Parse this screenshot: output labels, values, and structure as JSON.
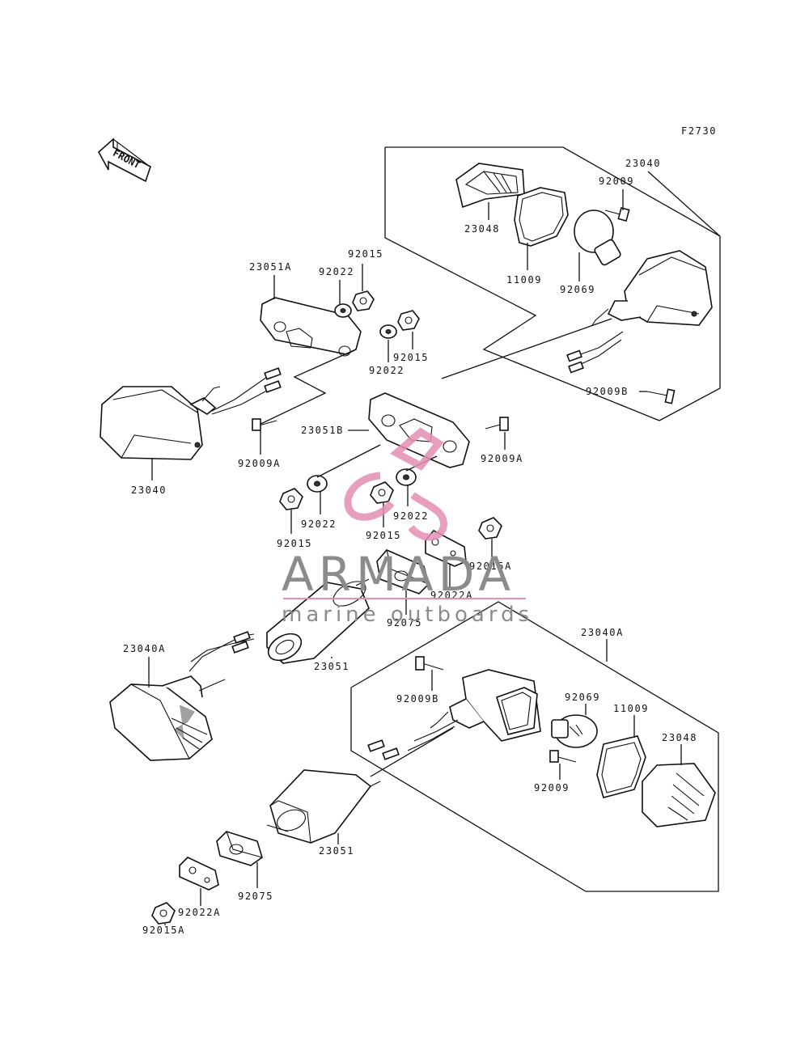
{
  "figure_code": "F2730",
  "front_arrow_label": "FRONT",
  "colors": {
    "line": "#111111",
    "watermark_text": "#8c8c8c",
    "watermark_logo": "#e58fb3"
  },
  "watermark": {
    "brand": "ARMADA",
    "tagline": "marine outboards"
  },
  "labels": {
    "p23040_top": "23040",
    "p92009_top": "92009",
    "p23048_top": "23048",
    "p11009_top": "11009",
    "p92069_top": "92069",
    "p92009B_top": "92009B",
    "p23051A": "23051A",
    "p92022_a": "92022",
    "p92015_a": "92015",
    "p92015_b": "92015",
    "p92022_b": "92022",
    "p23040_left": "23040",
    "p92009A_left": "92009A",
    "p23051B": "23051B",
    "p92009A_right": "92009A",
    "p92022_c": "92022",
    "p92022_d": "92022",
    "p92015_c": "92015",
    "p92015_d": "92015",
    "p92015A_mid": "92015A",
    "p92022A_mid": "92022A",
    "p92075_mid": "92075",
    "p23040A_left": "23040A",
    "p23051_mid": "23051",
    "p23040A_right": "23040A",
    "p92009B_bot": "92009B",
    "p92069_bot": "92069",
    "p11009_bot": "11009",
    "p23048_bot": "23048",
    "p92009_bot": "92009",
    "p23051_bot": "23051",
    "p92075_bot": "92075",
    "p92022A_bot": "92022A",
    "p92015A_bot": "92015A"
  }
}
